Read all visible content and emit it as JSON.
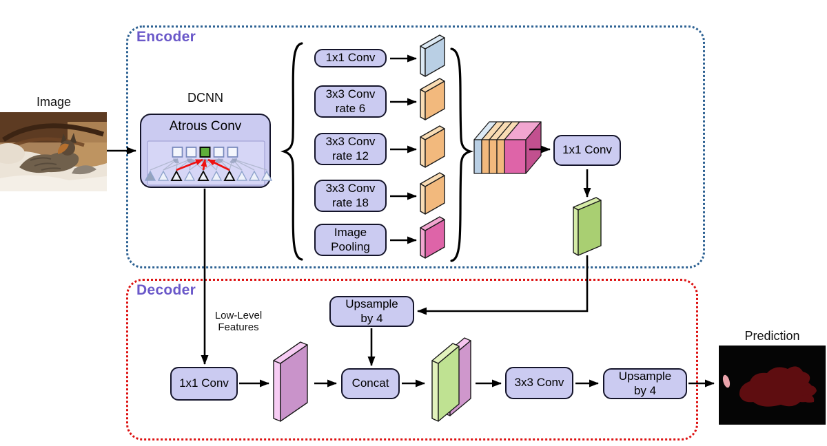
{
  "labels": {
    "input_image": "Image",
    "prediction": "Prediction"
  },
  "encoder": {
    "title": "Encoder",
    "dcnn": "DCNN",
    "atrous_conv": "Atrous Conv",
    "aspp_branches": [
      {
        "label": "1x1 Conv"
      },
      {
        "label": "3x3 Conv\nrate 6"
      },
      {
        "label": "3x3 Conv\nrate 12"
      },
      {
        "label": "3x3 Conv\nrate 18"
      },
      {
        "label": "Image\nPooling"
      }
    ],
    "output_conv": "1x1 Conv"
  },
  "decoder": {
    "title": "Decoder",
    "low_level_features": "Low-Level\nFeatures",
    "conv_1x1": "1x1 Conv",
    "upsample_mid": "Upsample\nby 4",
    "concat": "Concat",
    "conv_3x3": "3x3 Conv",
    "upsample_out": "Upsample\nby 4"
  },
  "colors": {
    "encoder_border": "#2e6293",
    "decoder_border": "#dd1111",
    "section_title": "#6a58c9",
    "node_fill": "#cbcbf1",
    "slab_blue": "#b9cfe4",
    "slab_orange": "#f2b97d",
    "slab_pink": "#de64a8",
    "slab_green": "#a9cf72",
    "slab_plum": "#c993ca",
    "atrous_highlight_arrow": "#ee1111",
    "prediction_mask": "#5e0d10"
  }
}
